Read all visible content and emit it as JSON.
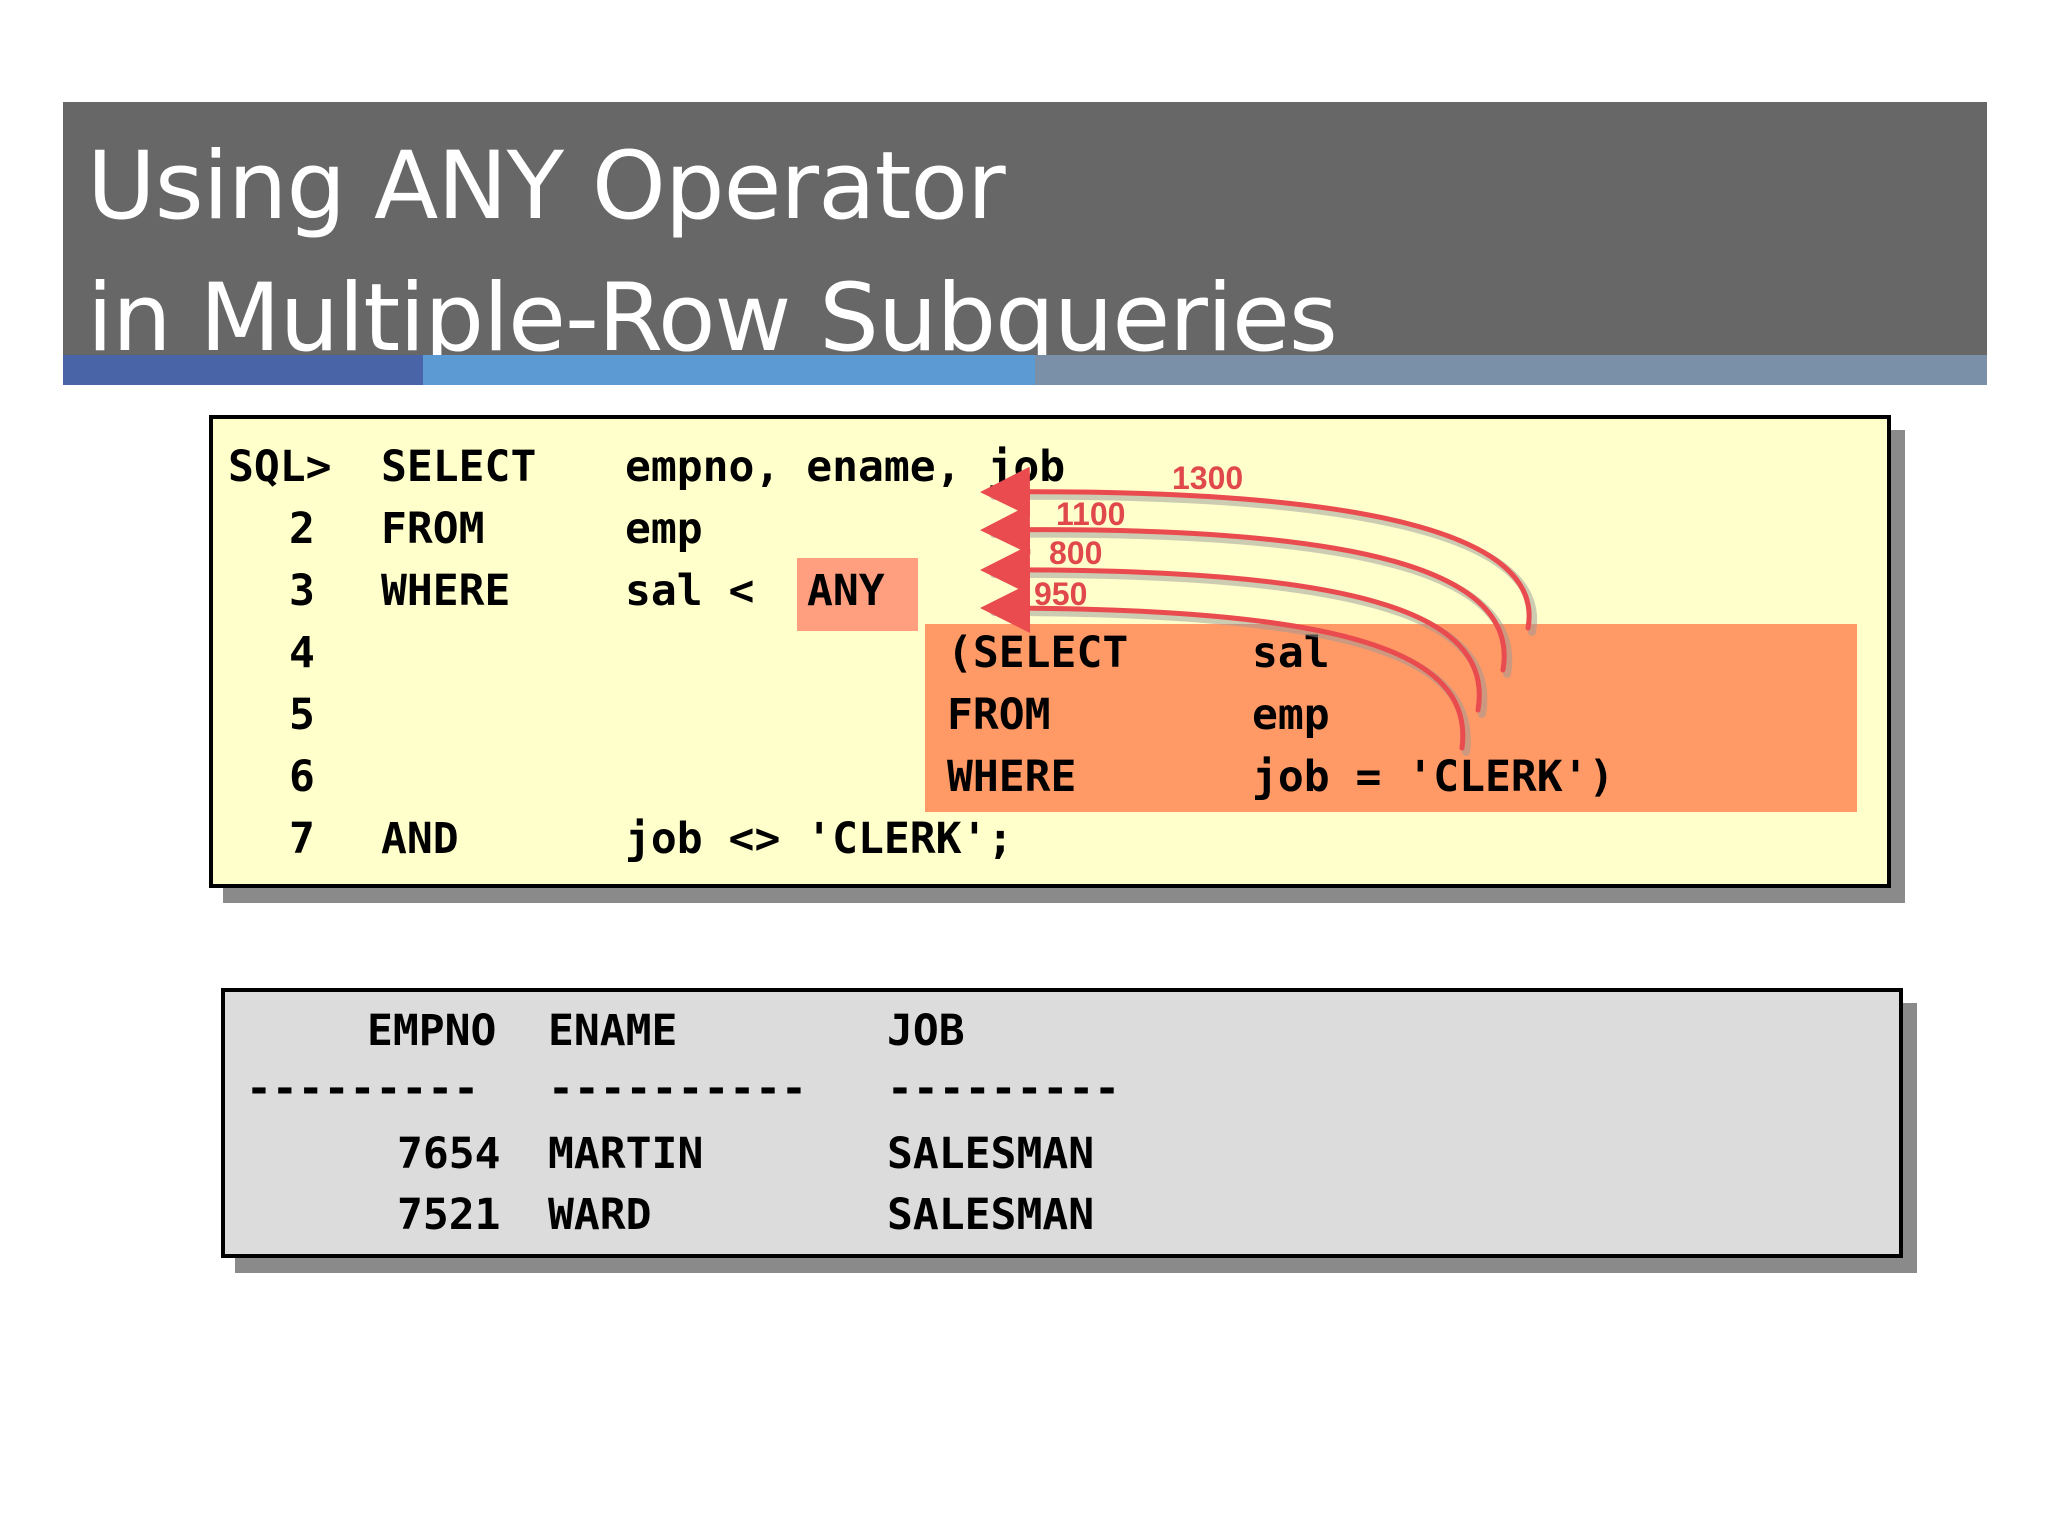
{
  "title": {
    "line1": "Using ANY Operator",
    "line2": "in Multiple-Row Subqueries"
  },
  "sql": {
    "line1": {
      "no": "SQL>",
      "kw": "SELECT",
      "expr": "empno, ename, job"
    },
    "line2": {
      "no": "2",
      "kw": "FROM",
      "expr": "emp"
    },
    "line3": {
      "no": "3",
      "kw": "WHERE",
      "expr": "sal <",
      "op": "ANY"
    },
    "line4": {
      "no": "4",
      "sub_kw": "(SELECT",
      "sub_expr": "sal"
    },
    "line5": {
      "no": "5",
      "sub_kw": "FROM",
      "sub_expr": "emp"
    },
    "line6": {
      "no": "6",
      "sub_kw": "WHERE",
      "sub_expr": "job = 'CLERK')"
    },
    "line7": {
      "no": "7",
      "kw": "AND",
      "expr": "job <> 'CLERK';"
    }
  },
  "subquery_values": [
    "1300",
    "1100",
    "800",
    "950"
  ],
  "output": {
    "headers": [
      "EMPNO",
      "ENAME",
      "JOB"
    ],
    "separators": [
      "---------",
      "----------",
      "---------"
    ],
    "rows": [
      [
        "7654",
        "MARTIN",
        "SALESMAN"
      ],
      [
        "7521",
        "WARD",
        "SALESMAN"
      ]
    ]
  }
}
